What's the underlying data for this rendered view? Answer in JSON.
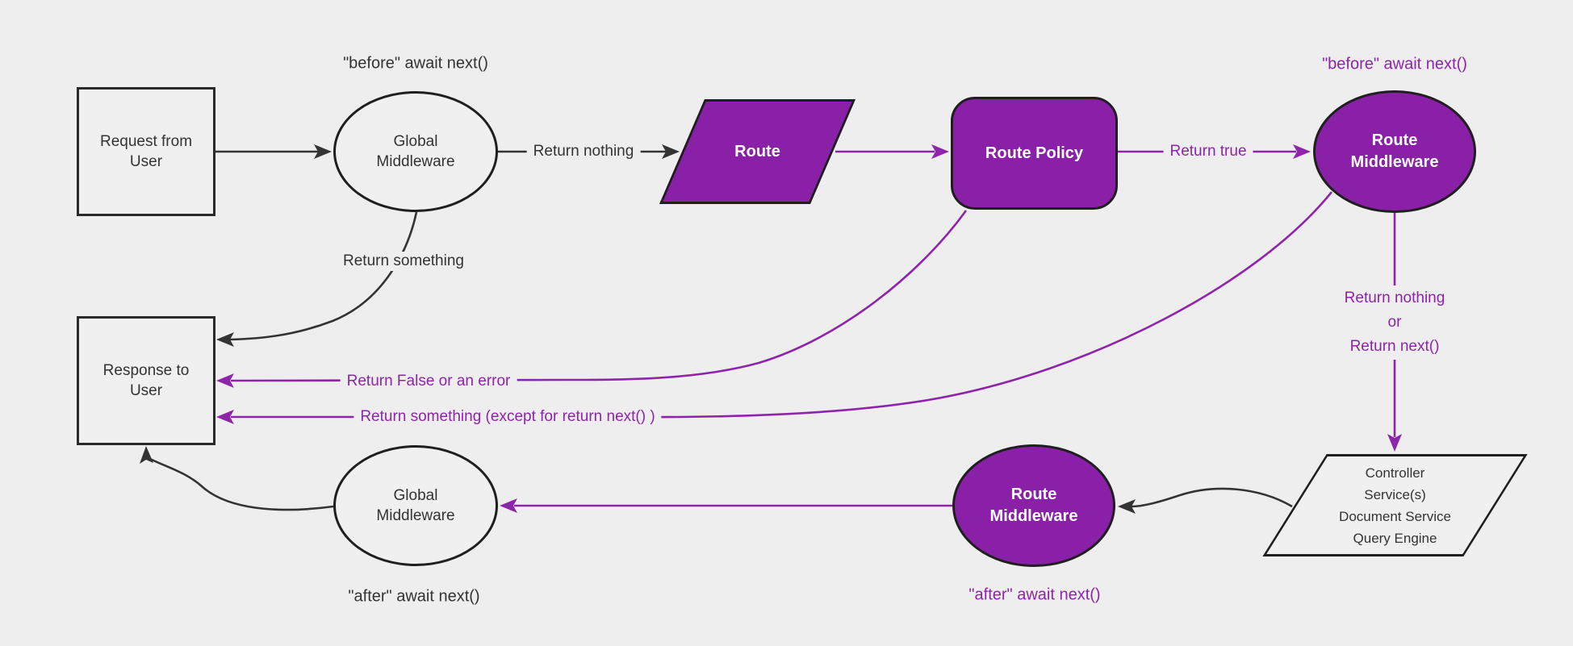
{
  "colors": {
    "background": "#eeeeee",
    "purple_fill": "#8a1fa8",
    "purple_line_text": "#8e24aa",
    "dark_line_text": "#333333",
    "light_node_fill": "#f0f0f0",
    "shape_border": "#1f1f1f",
    "node_white_text": "#ffffff"
  },
  "nodes": {
    "request_user": "Request from\nUser",
    "global_middleware_top": "Global\nMiddleware",
    "route": "Route",
    "route_policy": "Route Policy",
    "route_middleware_top": "Route\nMiddleware",
    "io_services": "Controller\nService(s)\nDocument Service\nQuery Engine",
    "route_middleware_bottom": "Route\nMiddleware",
    "global_middleware_bottom": "Global\nMiddleware",
    "response_user": "Response to\nUser"
  },
  "edge_labels": {
    "return_nothing_top": "Return nothing",
    "return_true": "Return true",
    "return_nothing_or_next": "Return nothing\nor\nReturn next()",
    "return_something_top": "Return something",
    "return_false_error": "Return False or an error",
    "return_something_except": "Return something (except for return next() )"
  },
  "annotations": {
    "before_global": "\"before\" await next()",
    "before_route": "\"before\" await next()",
    "after_global": "\"after\" await next()",
    "after_route": "\"after\" await next()"
  }
}
